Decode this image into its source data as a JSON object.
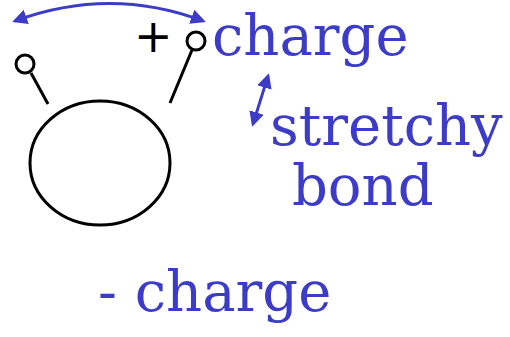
{
  "diagram": {
    "labels": [
      "+",
      "charge",
      "stretchy bond",
      "- charge"
    ]
  }
}
